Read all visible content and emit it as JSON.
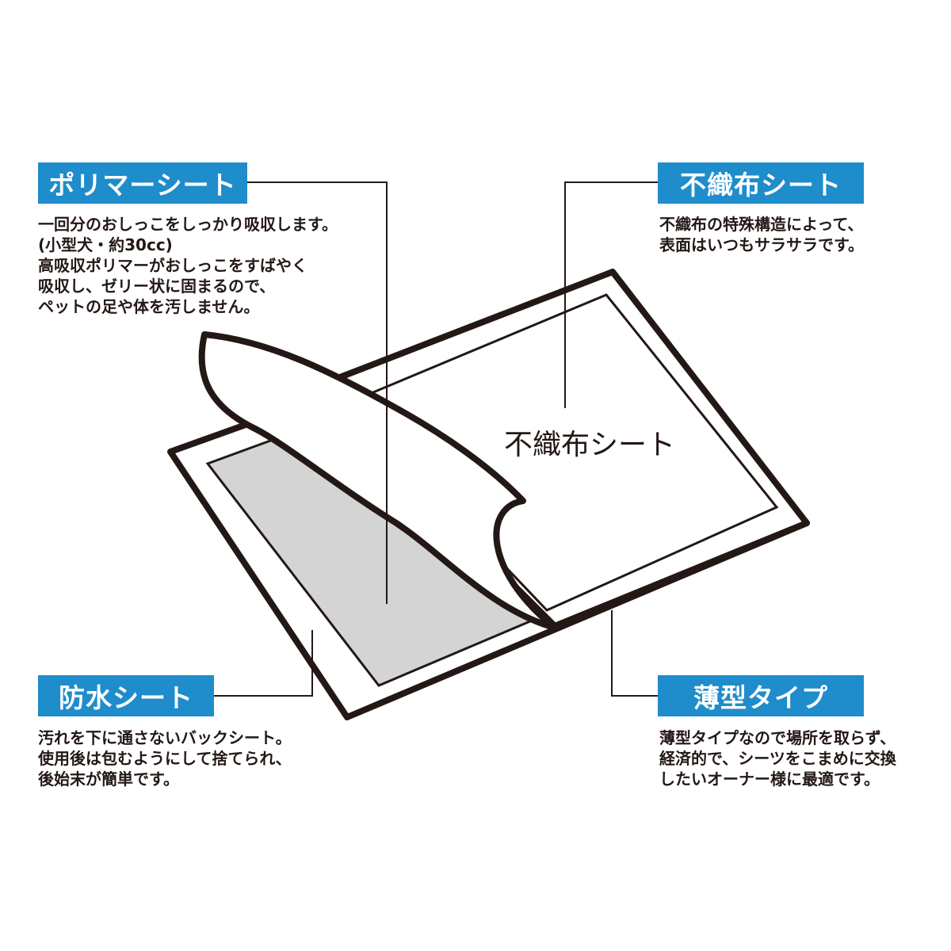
{
  "layers": {
    "polymer": {
      "title": "ポリマーシート",
      "lines": [
        "一回分のおしっこをしっかり吸収します。",
        "(小型犬・約30cc)",
        "高吸収ポリマーがおしっこをすばやく",
        "吸収し、ゼリー状に固まるので、",
        "ペットの足や体を汚しません。"
      ]
    },
    "nonwoven": {
      "title": "不織布シート",
      "lines": [
        "不織布の特殊構造によって、",
        "表面はいつもサラサラです。"
      ]
    },
    "waterproof": {
      "title": "防水シート",
      "lines": [
        "汚れを下に通さないバックシート。",
        "使用後は包むようにして捨てられ、",
        "後始末が簡単です。"
      ]
    },
    "thin": {
      "title": "薄型タイプ",
      "lines": [
        "薄型タイプなので場所を取らず、",
        "経済的で、シーツをこまめに交換",
        "したいオーナー様に最適です。"
      ]
    }
  },
  "center_label": "不織布シート",
  "colors": {
    "label_bg": "#1f8ccb",
    "label_text": "#ffffff",
    "outline": "#231815",
    "polymer_fill": "#d4d4d4"
  }
}
